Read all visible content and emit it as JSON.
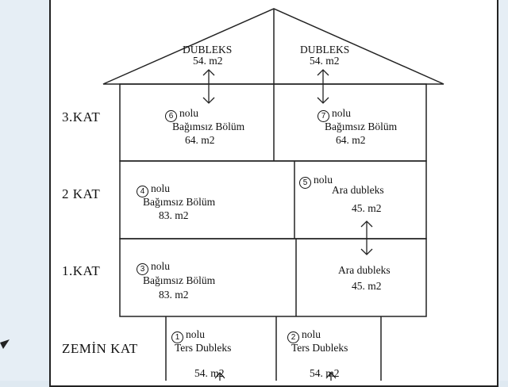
{
  "floors": {
    "kat3": "3.KAT",
    "kat2": "2 KAT",
    "kat1": "1.KAT",
    "zemin": "ZEMİN KAT"
  },
  "roof": {
    "left": {
      "title": "DUBLEKS",
      "area": "54. m2"
    },
    "right": {
      "title": "DUBLEKS",
      "area": "54. m2"
    }
  },
  "units": {
    "u6": {
      "num": "6",
      "nolu": "nolu",
      "name": "Bağımsız Bölüm",
      "area": "64. m2"
    },
    "u7": {
      "num": "7",
      "nolu": "nolu",
      "name": "Bağımsız Bölüm",
      "area": "64. m2"
    },
    "u4": {
      "num": "4",
      "nolu": "nolu",
      "name": "Bağımsız Bölüm",
      "area": "83. m2"
    },
    "u5": {
      "num": "5",
      "nolu": "nolu",
      "name": "Ara dubleks",
      "area": "45. m2"
    },
    "u3": {
      "num": "3",
      "nolu": "nolu",
      "name": "Bağımsız Bölüm",
      "area": "83. m2"
    },
    "u5b": {
      "name": "Ara dubleks",
      "area": "45. m2"
    },
    "u1": {
      "num": "1",
      "nolu": "nolu",
      "name": "Ters Dubleks",
      "area": "54. m2"
    },
    "u2": {
      "num": "2",
      "nolu": "nolu",
      "name": "Ters Dubleks",
      "area": "54. m2"
    }
  }
}
